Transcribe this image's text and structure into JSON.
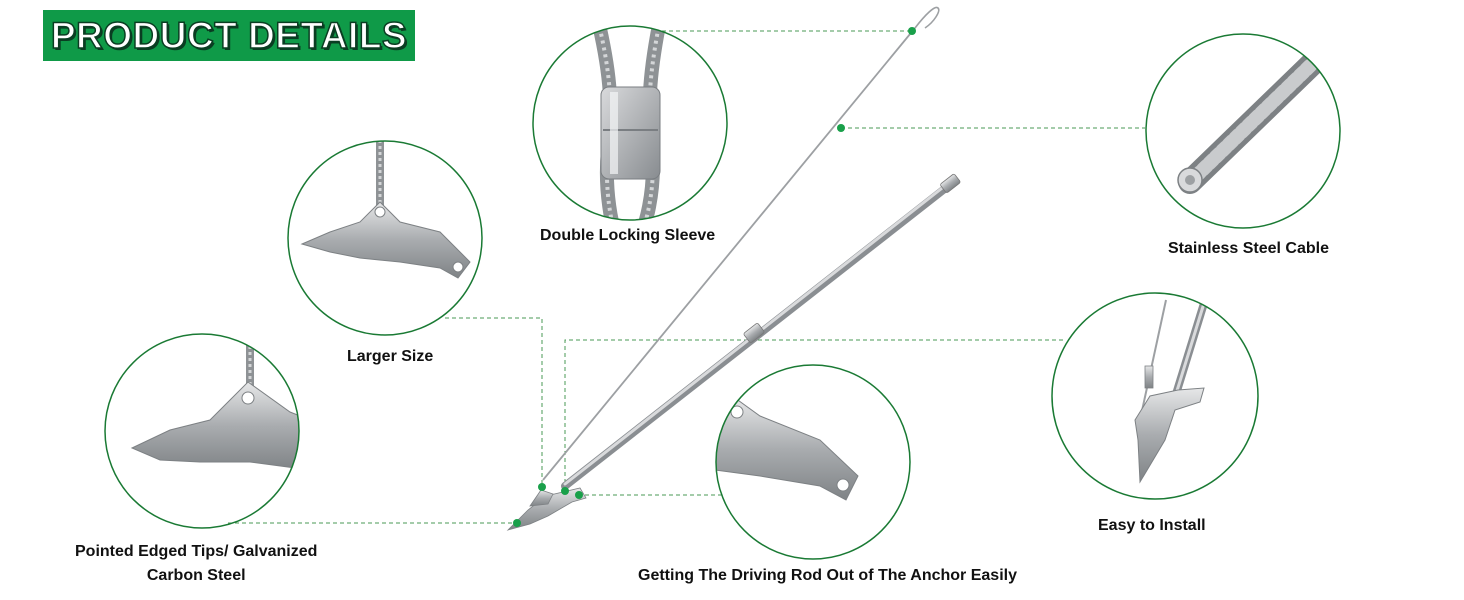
{
  "header": {
    "title": "PRODUCT DETAILS"
  },
  "colors": {
    "accent": "#0f9a48",
    "circle_border": "#1a7a34",
    "leader": "#4a9a55",
    "metal": "#b6b8bb"
  },
  "callouts": {
    "sleeve": "Double Locking Sleeve",
    "cable": "Stainless Steel Cable",
    "larger": "Larger Size",
    "install": "Easy to Install",
    "tips_line1": "Pointed Edged Tips/ Galvanized",
    "tips_line2": "Carbon Steel",
    "rod": "Getting The Driving Rod Out of The Anchor Easily"
  }
}
